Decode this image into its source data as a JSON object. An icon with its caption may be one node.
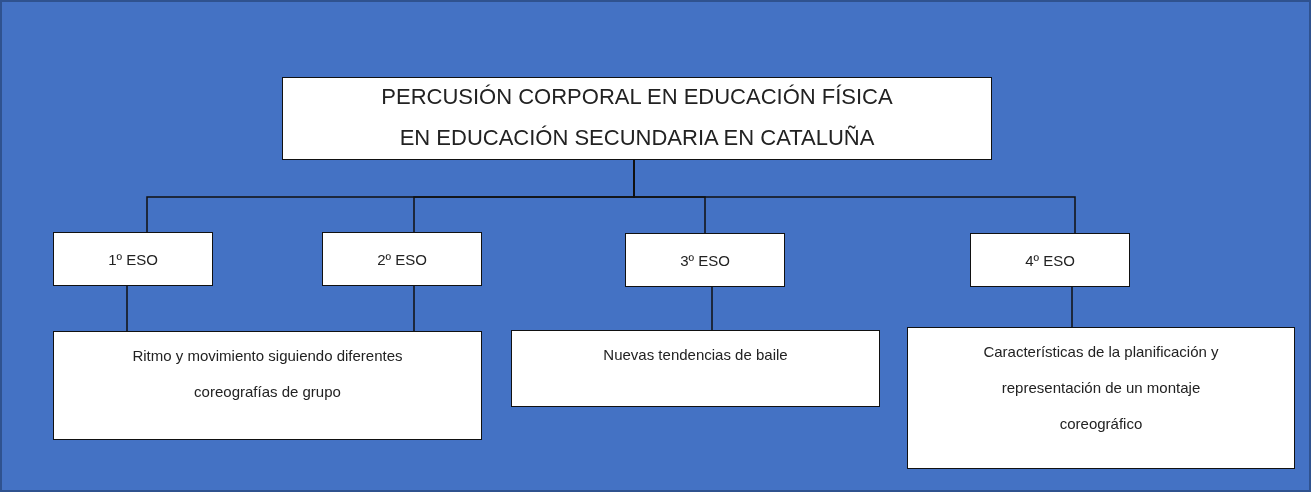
{
  "diagram": {
    "nodes": [
      {
        "text": [
          "PERCUSIÓN CORPORAL EN EDUCACIÓN FÍSICA EN EDUCACIÓN SECUNDARIA EN CATALUÑA"
        ]
      },
      {
        "text": [
          "1º ESO"
        ]
      },
      {
        "text": [
          "2º ESO"
        ]
      },
      {
        "text": [
          "3º ESO"
        ]
      },
      {
        "text": [
          "4º ESO"
        ]
      },
      {
        "text": [
          "Ritmo y movimiento siguiendo diferentes coreografías de grupo"
        ]
      },
      {
        "text": [
          "Nuevas tendencias de baile"
        ]
      },
      {
        "text": [
          "Características de la planificación y representación de un montaje coreográfico"
        ]
      }
    ],
    "edges": [
      {
        "from": 0,
        "to": 1,
        "arrow": "none"
      },
      {
        "from": 0,
        "to": 2,
        "arrow": "none"
      },
      {
        "from": 0,
        "to": 3,
        "arrow": "none"
      },
      {
        "from": 0,
        "to": 4,
        "arrow": "none"
      },
      {
        "from": 1,
        "to": 5,
        "arrow": "none"
      },
      {
        "from": 2,
        "to": 5,
        "arrow": "none"
      },
      {
        "from": 3,
        "to": 6,
        "arrow": "none"
      },
      {
        "from": 4,
        "to": 7,
        "arrow": "none"
      }
    ]
  }
}
